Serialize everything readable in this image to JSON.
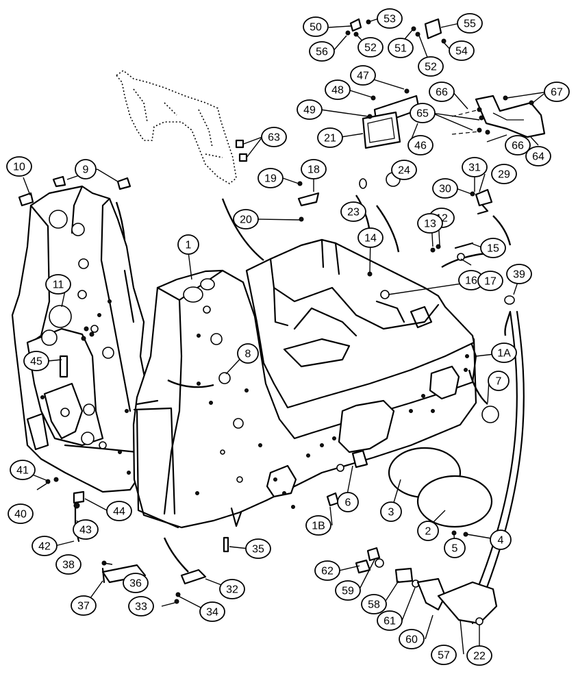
{
  "diagram": {
    "callouts": [
      {
        "id": "c50",
        "label": "50"
      },
      {
        "id": "c53",
        "label": "53"
      },
      {
        "id": "c55",
        "label": "55"
      },
      {
        "id": "c56",
        "label": "56"
      },
      {
        "id": "c52a",
        "label": "52"
      },
      {
        "id": "c51",
        "label": "51"
      },
      {
        "id": "c54",
        "label": "54"
      },
      {
        "id": "c52b",
        "label": "52"
      },
      {
        "id": "c47",
        "label": "47"
      },
      {
        "id": "c48",
        "label": "48"
      },
      {
        "id": "c66a",
        "label": "66"
      },
      {
        "id": "c67",
        "label": "67"
      },
      {
        "id": "c49",
        "label": "49"
      },
      {
        "id": "c65",
        "label": "65"
      },
      {
        "id": "c21",
        "label": "21"
      },
      {
        "id": "c46",
        "label": "46"
      },
      {
        "id": "c66b",
        "label": "66"
      },
      {
        "id": "c64",
        "label": "64"
      },
      {
        "id": "c63",
        "label": "63"
      },
      {
        "id": "c10",
        "label": "10"
      },
      {
        "id": "c9",
        "label": "9"
      },
      {
        "id": "c18",
        "label": "18"
      },
      {
        "id": "c24",
        "label": "24"
      },
      {
        "id": "c19",
        "label": "19"
      },
      {
        "id": "c31",
        "label": "31"
      },
      {
        "id": "c29",
        "label": "29"
      },
      {
        "id": "c30",
        "label": "30"
      },
      {
        "id": "c23",
        "label": "23"
      },
      {
        "id": "c20",
        "label": "20"
      },
      {
        "id": "c12",
        "label": "12"
      },
      {
        "id": "c13",
        "label": "13"
      },
      {
        "id": "c14",
        "label": "14"
      },
      {
        "id": "c15",
        "label": "15"
      },
      {
        "id": "c1",
        "label": "1"
      },
      {
        "id": "c16",
        "label": "16"
      },
      {
        "id": "c39",
        "label": "39"
      },
      {
        "id": "c17",
        "label": "17"
      },
      {
        "id": "c11",
        "label": "11"
      },
      {
        "id": "c8",
        "label": "8"
      },
      {
        "id": "c1A",
        "label": "1A"
      },
      {
        "id": "c45",
        "label": "45"
      },
      {
        "id": "c7",
        "label": "7"
      },
      {
        "id": "c41",
        "label": "41"
      },
      {
        "id": "c40",
        "label": "40"
      },
      {
        "id": "c44",
        "label": "44"
      },
      {
        "id": "c6",
        "label": "6"
      },
      {
        "id": "c3",
        "label": "3"
      },
      {
        "id": "c43",
        "label": "43"
      },
      {
        "id": "c1B",
        "label": "1B"
      },
      {
        "id": "c2",
        "label": "2"
      },
      {
        "id": "c4",
        "label": "4"
      },
      {
        "id": "c42",
        "label": "42"
      },
      {
        "id": "c5",
        "label": "5"
      },
      {
        "id": "c35",
        "label": "35"
      },
      {
        "id": "c38",
        "label": "38"
      },
      {
        "id": "c62",
        "label": "62"
      },
      {
        "id": "c36",
        "label": "36"
      },
      {
        "id": "c59",
        "label": "59"
      },
      {
        "id": "c32",
        "label": "32"
      },
      {
        "id": "c58",
        "label": "58"
      },
      {
        "id": "c37",
        "label": "37"
      },
      {
        "id": "c33",
        "label": "33"
      },
      {
        "id": "c34",
        "label": "34"
      },
      {
        "id": "c61",
        "label": "61"
      },
      {
        "id": "c60",
        "label": "60"
      },
      {
        "id": "c57",
        "label": "57"
      },
      {
        "id": "c22",
        "label": "22"
      }
    ]
  }
}
